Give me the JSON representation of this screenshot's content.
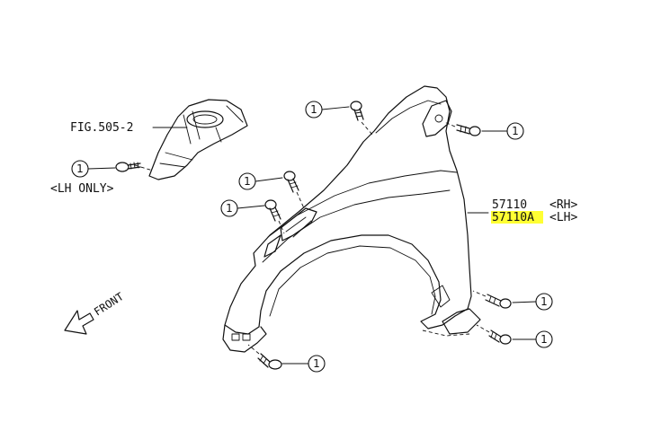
{
  "labels": {
    "fig_ref": "FIG.505-2",
    "lh_only": "<LH ONLY>",
    "part_rh_number": "57110",
    "part_rh_side": "<RH>",
    "part_lh_number": "57110A",
    "part_lh_side": "<LH>",
    "front": "FRONT"
  },
  "callouts": [
    "1",
    "1",
    "1",
    "1",
    "1",
    "1",
    "1",
    "1"
  ],
  "colors": {
    "highlight": "#ffff33",
    "line": "#111111"
  }
}
